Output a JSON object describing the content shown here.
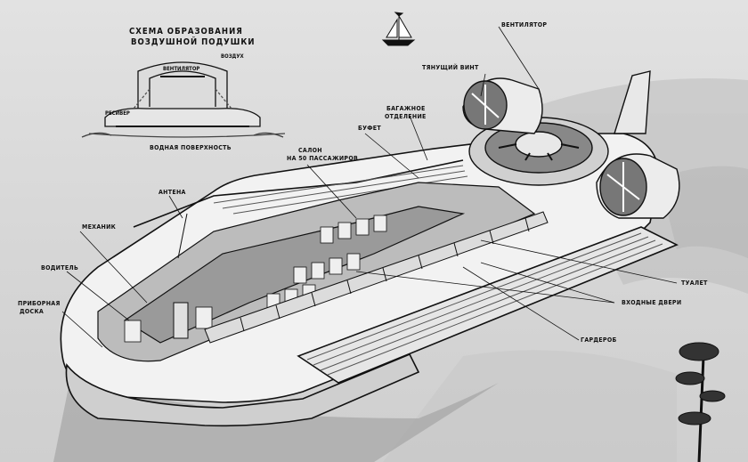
{
  "scheme": {
    "title_line1": "СХЕМА ОБРАЗОВАНИЯ",
    "title_line2": "ВОЗДУШНОЙ ПОДУШКИ",
    "fan_label": "ВЕНТИЛЯТОР",
    "air_label": "ВОЗДУХ",
    "receiver_label": "РЕСИВЕР",
    "water_label": "ВОДНАЯ ПОВЕРХНОСТЬ"
  },
  "callouts": {
    "fan": "ВЕНТИЛЯТОР",
    "pusher_propeller": "ТЯНУЩИЙ ВИНТ",
    "baggage_1": "БАГАЖНОЕ",
    "baggage_2": "ОТДЕЛЕНИЕ",
    "buffet": "БУФЕТ",
    "cabin_1": "САЛОН",
    "cabin_2": "НА 50 ПАССАЖИРОВ",
    "antenna": "АНТЕНА",
    "mechanic": "МЕХАНИК",
    "driver": "ВОДИТЕЛЬ",
    "dashboard_1": "ПРИБОРНАЯ",
    "dashboard_2": "ДОСКА",
    "toilet": "ТУАЛЕТ",
    "entry_doors": "ВХОДНЫЕ ДВЕРИ",
    "wardrobe": "ГАРДЕРОБ"
  },
  "colors": {
    "ink": "#111111",
    "paper": "#d9d9d9",
    "hull": "#f2f2f2",
    "shade": "#8a8a8a"
  }
}
